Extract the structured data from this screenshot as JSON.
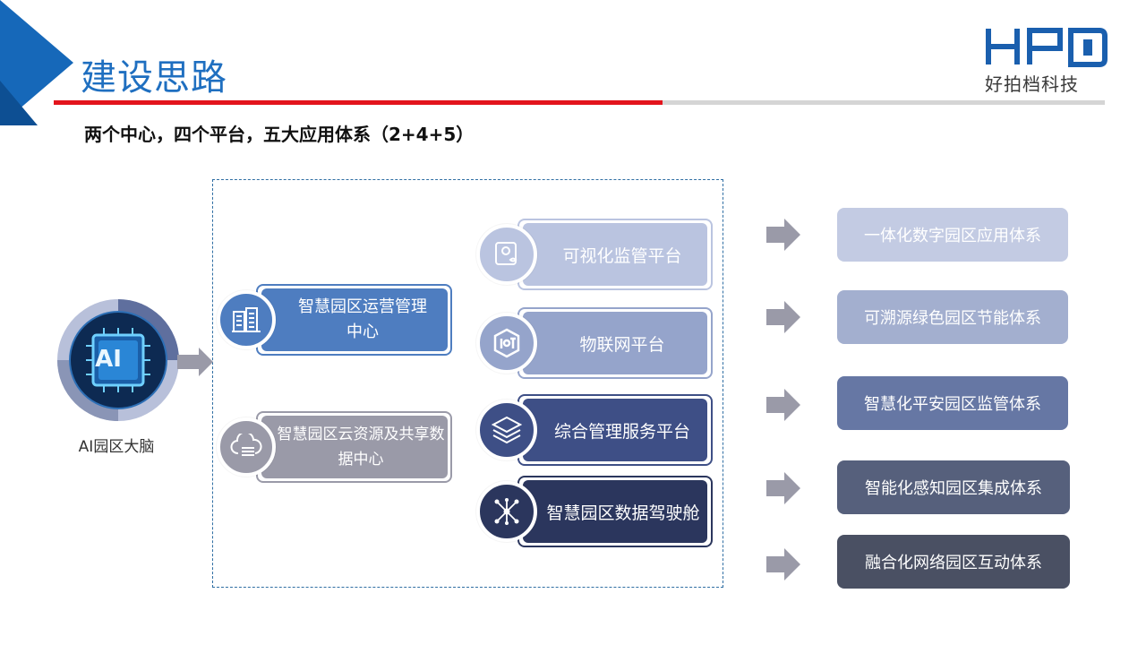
{
  "header": {
    "title": "建设思路",
    "subtitle": "两个中心，四个平台，五大应用体系（2+4+5）"
  },
  "logo": {
    "letters": "HPD",
    "name": "好拍档科技"
  },
  "brain": {
    "chip_text": "AI",
    "label": "AI园区大脑"
  },
  "centers": [
    {
      "label": "智慧园区运营管理中心",
      "icon": "building-icon",
      "color": "#4e7dc0"
    },
    {
      "label": "智慧园区云资源及共享数据中心",
      "icon": "cloud-server-icon",
      "color": "#9a9aa8"
    }
  ],
  "platforms": [
    {
      "label": "可视化监管平台",
      "icon": "monitor-gear-icon",
      "color": "#bac4e0"
    },
    {
      "label": "物联网平台",
      "icon": "iot-icon",
      "color": "#95a4cb"
    },
    {
      "label": "综合管理服务平台",
      "icon": "layers-icon",
      "color": "#3e4f86"
    },
    {
      "label": "智慧园区数据驾驶舱",
      "icon": "network-nodes-icon",
      "color": "#2b365d"
    }
  ],
  "systems": [
    {
      "label": "一体化数字园区应用体系",
      "color": "#c3cbe3"
    },
    {
      "label": "可溯源绿色园区节能体系",
      "color": "#a3afcf"
    },
    {
      "label": "智慧化平安园区监管体系",
      "color": "#6677a4"
    },
    {
      "label": "智能化感知园区集成体系",
      "color": "#56607c"
    },
    {
      "label": "融合化网络园区互动体系",
      "color": "#4a5063"
    }
  ],
  "colors": {
    "accent_blue": "#1f6fc0",
    "accent_red": "#e3141c",
    "arrow_grey": "#9a9aa8"
  }
}
